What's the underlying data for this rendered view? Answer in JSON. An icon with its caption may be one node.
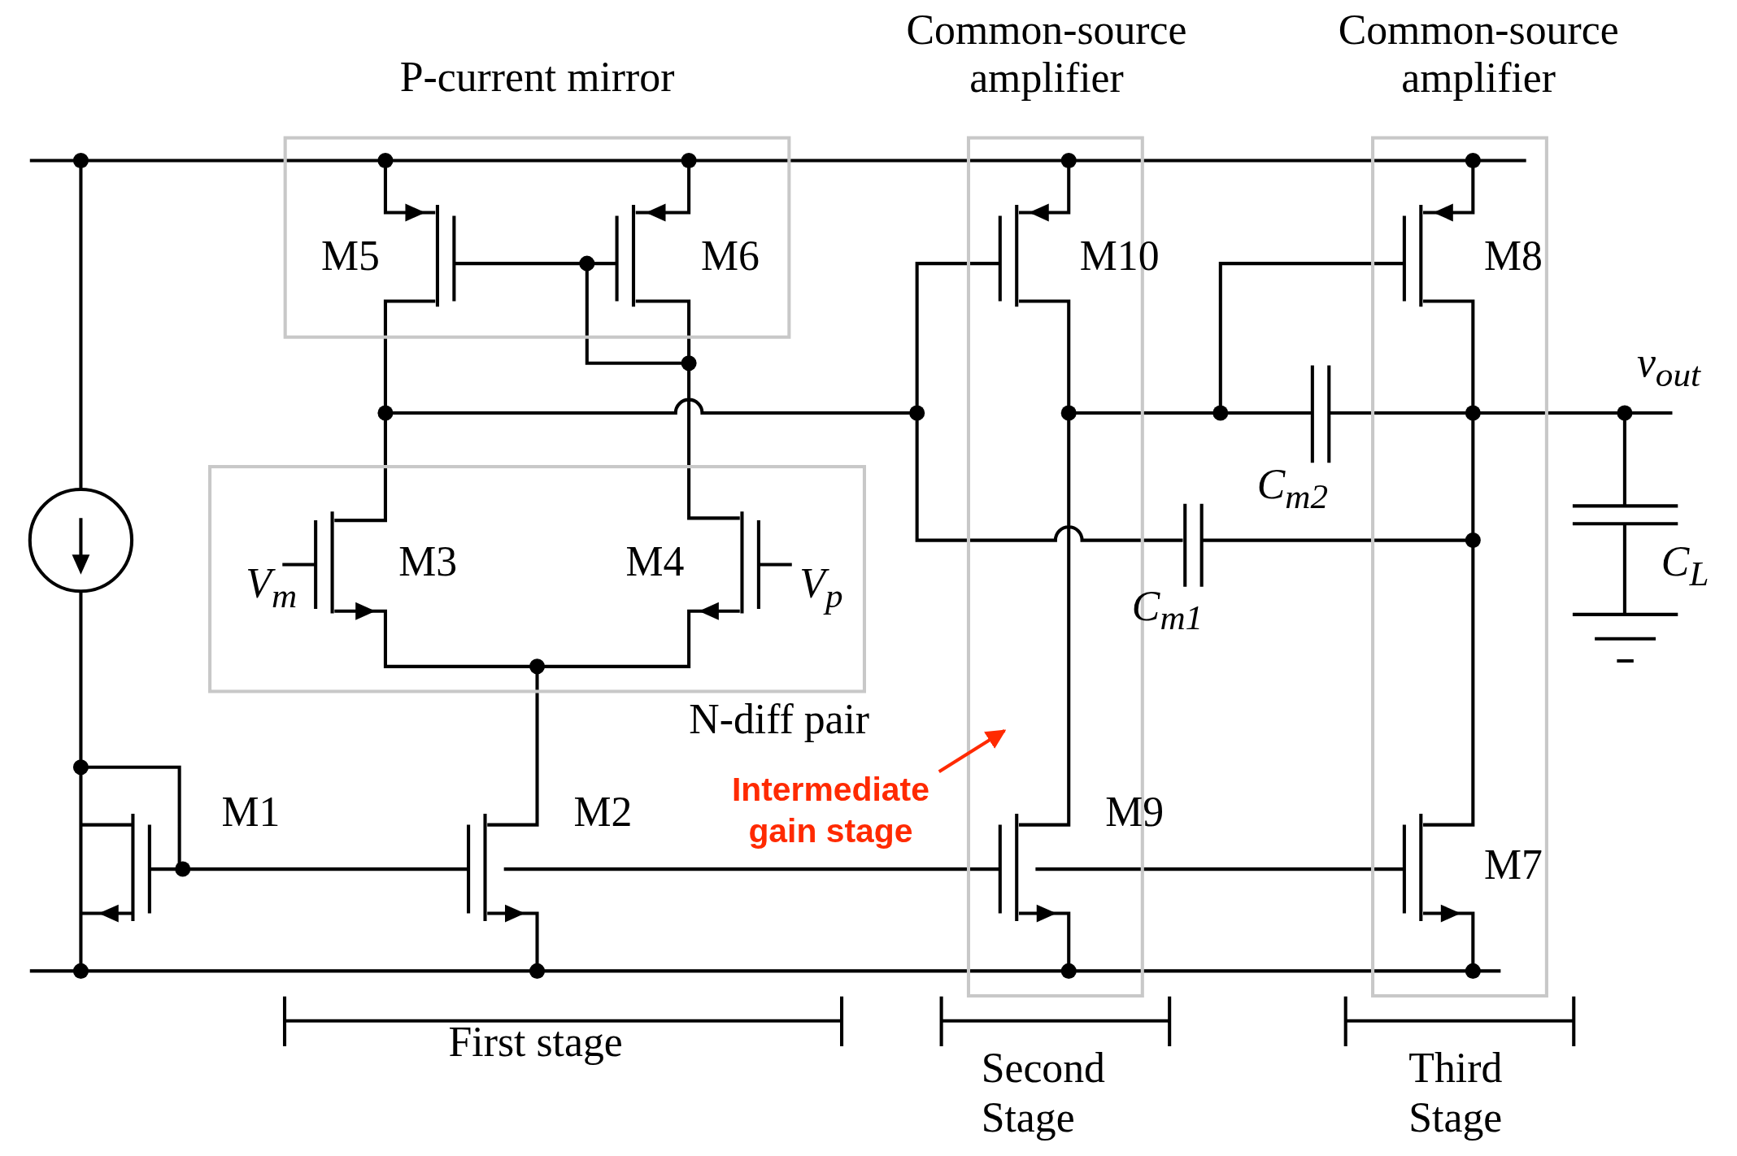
{
  "diagram": {
    "nodes": [
      {
        "text": [
          "P-current mirror"
        ]
      },
      {
        "text": [
          "N-diff pair"
        ]
      },
      {
        "text": [
          "Common-source amplifier"
        ]
      },
      {
        "text": [
          "Common-source amplifier"
        ]
      },
      {
        "text": [
          "Intermediate gain stage"
        ]
      }
    ],
    "edges": [
      {
        "from": 4,
        "to": 2,
        "arrow": "to",
        "color": "#ff2a00"
      }
    ],
    "labels": [
      "M5",
      "M6",
      "M10",
      "M8",
      "v$_{out}$",
      "M3",
      "M4",
      "V$_{m}$",
      "V$_{p}$",
      "C$_{m2}$",
      "C$_{m1}$",
      "C$_{L}$",
      "M1",
      "M2",
      "M9",
      "M7",
      "First stage",
      "Second Stage",
      "Third Stage"
    ]
  }
}
